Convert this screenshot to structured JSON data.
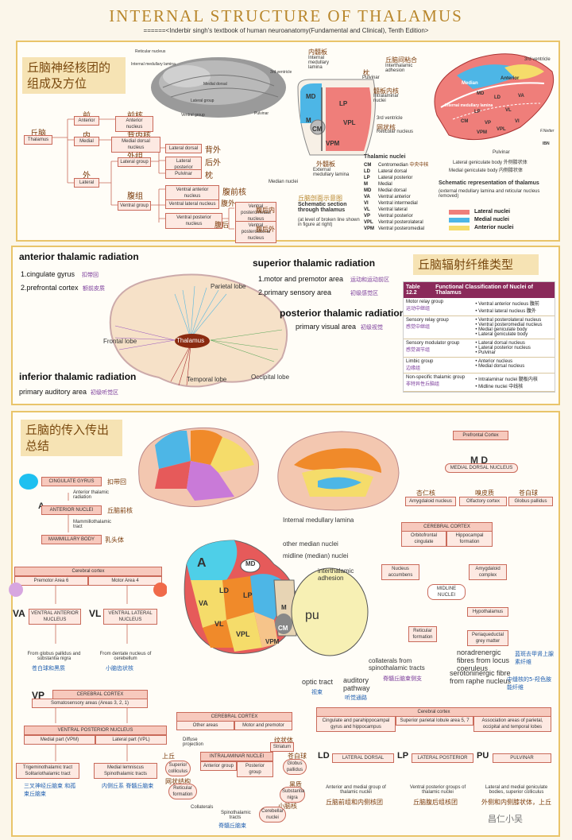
{
  "header": {
    "title": "INTERNAL STRUCTURE OF THALAMUS",
    "source": "======<Inderbir singh's textbook of human neuroanatomy(Fundamental and Clinical), Tenth Edition>"
  },
  "panel1": {
    "cn_title": "丘脑神经核团的组成及方位",
    "tree": {
      "root": "Thalamus",
      "root_cn": "丘脑",
      "anterior": "Anterior",
      "anterior_cn": "前",
      "anterior_nucleus": "Anterior nucleus",
      "anterior_nucleus_cn": "前核",
      "medial": "Medial",
      "medial_cn": "内",
      "medial_dorsal": "Medial dorsal nucleus",
      "medial_dorsal_cn": "背内核",
      "lateral": "Lateral",
      "lateral_cn": "外",
      "lateral_group": "Lateral group",
      "lateral_group_cn": "外组",
      "lateral_dorsal": "Lateral dorsal",
      "lateral_dorsal_cn": "背外",
      "lateral_posterior": "Lateral posterior",
      "lateral_posterior_cn": "后外",
      "pulvinar": "Pulvinar",
      "pulvinar_cn": "枕",
      "ventral_group": "Ventral group",
      "ventral_group_cn": "腹组",
      "ventral_anterior": "Ventral anterior nucleus",
      "ventral_anterior_cn": "腹前核",
      "ventral_lateral": "Ventral lateral nucleus",
      "ventral_lateral_cn": "腹外",
      "ventral_posterior": "Ventral posterior nucleus",
      "ventral_posterior_cn": "腹后",
      "vpm": "Ventral posteromedial nucleus",
      "vpm_cn": "腹后内",
      "vpl": "Ventral posterolateral nucleus",
      "vpl_cn": "腹后外"
    },
    "brain3d_labels": [
      "Reticular nucleus",
      "Internal medullary lamina",
      "Medial dorsal",
      "3rd ventricle",
      "Lateral group",
      "Ventral group",
      "Pulvinar"
    ],
    "section": {
      "labels_top": [
        "内髓板",
        "Internal medullary lamina",
        "枕",
        "Pulvinar"
      ],
      "nuclei": [
        "MD",
        "M",
        "CM",
        "LP",
        "VPL",
        "VPM"
      ],
      "labels_side": [
        "髓板内核",
        "Intralaminar nuclei",
        "3rd ventricle",
        "网状核",
        "Reticular nucleus"
      ],
      "labels_bottom": [
        "外髓板",
        "External medullary lamina",
        "Median nuclei"
      ],
      "caption_cn": "丘脑剖面示意图",
      "caption": "Schematic section through thalamus",
      "caption_note": "(at level of broken line shown in figure at right)"
    },
    "nuclei_list_title": "Thalamic nuclei",
    "nuclei_list": [
      {
        "abbr": "CM",
        "name": "Centromedian",
        "cn": "中央中核"
      },
      {
        "abbr": "LD",
        "name": "Lateral dorsal",
        "cn": ""
      },
      {
        "abbr": "LP",
        "name": "Lateral posterior",
        "cn": ""
      },
      {
        "abbr": "M",
        "name": "Medial",
        "cn": ""
      },
      {
        "abbr": "MD",
        "name": "Medial dorsal",
        "cn": ""
      },
      {
        "abbr": "VA",
        "name": "Ventral anterior",
        "cn": ""
      },
      {
        "abbr": "VI",
        "name": "Ventral intermedial",
        "cn": ""
      },
      {
        "abbr": "VL",
        "name": "Ventral lateral",
        "cn": ""
      },
      {
        "abbr": "VP",
        "name": "Ventral posterior",
        "cn": ""
      },
      {
        "abbr": "VPL",
        "name": "Ventral posterolateral",
        "cn": ""
      },
      {
        "abbr": "VPM",
        "name": "Ventral posteromedial",
        "cn": ""
      }
    ],
    "schematic": {
      "labels": [
        "丘脑间粘合",
        "Interthalamic adhesion",
        "3rd ventricle",
        "Pulvinar",
        "Lateral geniculate body 外侧膝状体",
        "Medial geniculate body 内侧膝状体"
      ],
      "nuclei": [
        "Median",
        "Anterior",
        "Internal medullary lamina",
        "MD",
        "LD",
        "LP",
        "VA",
        "VL",
        "VI",
        "CM",
        "VP",
        "VPL",
        "VPM"
      ],
      "caption": "Schematic representation of thalamus",
      "caption_note": "(external medullary lamina and reticular nucleus removed)",
      "legend": [
        {
          "label": "Lateral nuclei",
          "color": "#ef7e7a"
        },
        {
          "label": "Medial nuclei",
          "color": "#4db6e6"
        },
        {
          "label": "Anterior nuclei",
          "color": "#f5dc6a"
        }
      ],
      "signature": "F.Netter",
      "publisher": "IBN"
    }
  },
  "panel2": {
    "cn_title": "丘脑辐射纤维类型",
    "anterior": {
      "title": "anterior thalamic radiation",
      "items": [
        "1.cingulate gyrus",
        "2.prefrontal cortex"
      ],
      "items_cn": [
        "扣带回",
        "额前皮质"
      ]
    },
    "superior": {
      "title": "superior thalamic radiation",
      "items": [
        "1.motor and premotor area",
        "2.primary sensory area"
      ],
      "items_cn": [
        "运动和运动前区",
        "初级感觉区"
      ]
    },
    "posterior": {
      "title": "posterior thalamic radiation",
      "item": "primary visual area",
      "item_cn": "初级视觉"
    },
    "inferior": {
      "title": "inferior thalamic radiation",
      "item": "primary auditory area",
      "item_cn": "初级听觉区"
    },
    "brain_labels": [
      "Parietal lobe",
      "Frontal lobe",
      "Thalamus",
      "Temporal lobe",
      "Occipital lobe"
    ],
    "table": {
      "title": "Table 12.2",
      "heading": "Functional Classification of Nuclei of Thalamus",
      "rows": [
        {
          "group": "Motor relay group",
          "group_cn": "运动中继组",
          "items": [
            "Ventral anterior nucleus 腹前",
            "Ventral lateral nucleus 腹外"
          ]
        },
        {
          "group": "Sensory relay group",
          "group_cn": "感觉中继组",
          "items": [
            "Ventral posterolateral nucleus",
            "Ventral posteromedial nucleus",
            "Medial geniculate body",
            "Lateral geniculate body"
          ]
        },
        {
          "group": "Sensory modulator group",
          "group_cn": "感觉调节组",
          "items": [
            "Lateral dorsal nucleus",
            "Lateral posterior nucleus",
            "Pulvinar"
          ]
        },
        {
          "group": "Limbic group",
          "group_cn": "边缘组",
          "items": [
            "Anterior nucleus",
            "Medial dorsal nucleus"
          ]
        },
        {
          "group": "Non-specific thalamic group",
          "group_cn": "非特异性丘脑组",
          "items": [
            "Intralaminar nuclei 髓板内核",
            "Midline nuclei 中线核"
          ]
        }
      ]
    }
  },
  "panel3": {
    "cn_title": "丘脑的传入传出总结",
    "left_tree": {
      "cingulate": "CINGULATE GYRUS",
      "cingulate_cn": "扣带回",
      "ant_rad": "Anterior thalamic radiation",
      "a_letter": "A",
      "anterior_nuclei": "ANTERIOR NUCLEI",
      "anterior_nuclei_cn": "丘脑前核",
      "mamillo": "Mammillothalamic tract",
      "mammillary": "MAMMILLARY BODY",
      "mammillary_cn": "乳头体",
      "cortex": "Cerebral cortex",
      "premotor": "Premotor Area 6",
      "motor": "Motor Area 4",
      "va": "VA",
      "va_name": "VENTRAL ANTERIOR NUCLEUS",
      "vl": "VL",
      "vl_name": "VENTRAL LATERAL NUCLEUS",
      "from_gp": "From globus pallidus and substantia nigra",
      "from_gp_cn": "苍白球和黑质",
      "from_dn": "From dentate nucleus of cerebellum",
      "from_dn_cn": "小脑齿状核",
      "vp": "VP",
      "vp_name": "CEREBRAL CORTEX",
      "vp_sub": "Somatosensory areas (Areas 3, 2, 1)",
      "vpn": "VENTRAL POSTERIOR NUCLEUS",
      "vpm": "Medial part (VPM)",
      "vpl": "Lateral part (VPL)",
      "trig": "Trigeminothalamic tract Solitariothalamic tract",
      "trig_cn": "三叉神经丘脑束 和孤束丘脑束",
      "lemn": "Medial lemniscus Spinothalamic tracts",
      "lemn_cn": "内侧丘系 脊髓丘脑束"
    },
    "center": {
      "labels": [
        "Internal medullary lamina",
        "other median nuclei",
        "midline (median) nuclei",
        "interthalamic adhesion",
        "collaterals from spinothalamic tracts",
        "optic tract",
        "auditory pathway"
      ],
      "labels_cn": [
        "脊髓丘脑束侧支",
        "视束",
        "听觉通路"
      ],
      "nuclei": [
        "A",
        "MD",
        "LD",
        "LP",
        "VA",
        "VL",
        "VPL",
        "VPM",
        "CM",
        "M",
        "pu"
      ]
    },
    "right_tree": {
      "prefrontal": "Prefrontal Cortex",
      "md": "M D",
      "mdn": "MEDIAL DORSAL NUCLEUS",
      "amyg": "Amygdaloid nucleus",
      "amyg_cn": "杏仁核",
      "olf": "Olfactory cortex",
      "olf_cn": "嗅皮质",
      "gp": "Globus pallidus",
      "gp_cn": "苍白球",
      "cc": "CEREBRAL CORTEX",
      "orb": "Orbitofrontal cingulate",
      "hippo": "Hippocampal formation",
      "acc": "Nucleus accumbens",
      "amyg2": "Amygdaloid complex",
      "midline": "MIDLINE NUCLEI",
      "hypo": "Hypothalamus",
      "ret": "Reticular formation",
      "pag": "Periaqueductal grey matter",
      "ne": "noradrenergic fibres from locus coeruleus",
      "ne_cn": "蓝斑去甲肾上腺素纤维",
      "st": "serotoninergic fibre from raphe nucleus",
      "st_cn": "中缝核的5-羟色胺能纤维"
    },
    "bottom": {
      "cc": "CEREBRAL CORTEX",
      "other": "Other areas",
      "motor": "Motor and premotor",
      "diffuse": "Diffuse projection",
      "striatum": "Striatum",
      "striatum_cn": "纹状体",
      "sup": "Superior colliculus",
      "sup_cn": "上丘",
      "gp": "Globus pallidus",
      "gp_cn": "苍白球",
      "il": "INTRALAMINAR NUCLEI",
      "il_cn": "髓板内核",
      "ag": "Anterior group",
      "pg": "Posterior group",
      "ret": "Reticular formation",
      "ret_cn": "网状结构",
      "sn": "Substantia nigra",
      "sn_cn": "黑质",
      "coll": "Collaterals",
      "spino": "Spinothalamic tracts",
      "spino_cn": "脊髓丘脑束",
      "cereb": "Cerebellar nuclei",
      "cereb_cn": "小脑核",
      "cc2": "Cerebral cortex",
      "cing": "Cingulate and parahippocampal gyrus and hippocampus",
      "spl": "Superior parietal lobule area 5, 7",
      "assoc": "Association areas of parietal, occipital and temporal lobes",
      "ld": "LD",
      "ldn": "LATERAL DORSAL",
      "lp": "LP",
      "lpn": "LATERAL POSTERIOR",
      "pu": "PU",
      "pun": "PULVINAR",
      "ld_from": "Anterior and medial group of thalamic nuclei",
      "ld_from_cn": "丘脑前组和内侧核团",
      "lp_from": "Ventral posterior groups of thalamic nuclei",
      "lp_from_cn": "丘脑腹后组核团",
      "pu_from": "Lateral and medial geniculate bodies, superior colliculus",
      "pu_from_cn": "外侧和内侧膝状体，上丘"
    },
    "watermark": "昌仁小吴"
  }
}
